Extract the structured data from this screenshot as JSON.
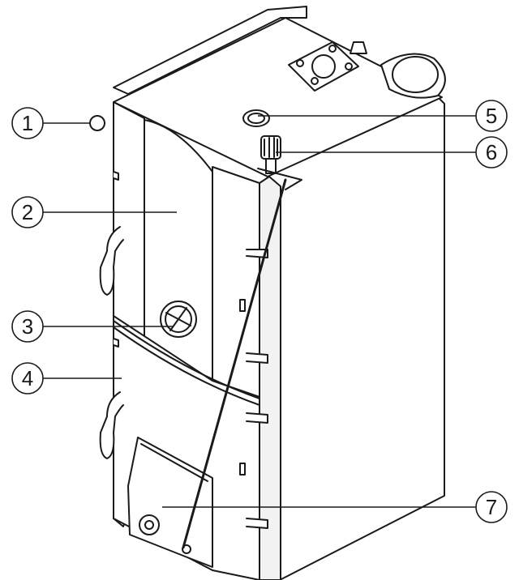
{
  "callouts": [
    {
      "id": "callout-1",
      "label": "1"
    },
    {
      "id": "callout-2",
      "label": "2"
    },
    {
      "id": "callout-3",
      "label": "3"
    },
    {
      "id": "callout-4",
      "label": "4"
    },
    {
      "id": "callout-5",
      "label": "5"
    },
    {
      "id": "callout-6",
      "label": "6"
    },
    {
      "id": "callout-7",
      "label": "7"
    }
  ],
  "colors": {
    "line": "#1a1a1a",
    "panel": "#ffffff",
    "shade": "#f2f2f2"
  }
}
